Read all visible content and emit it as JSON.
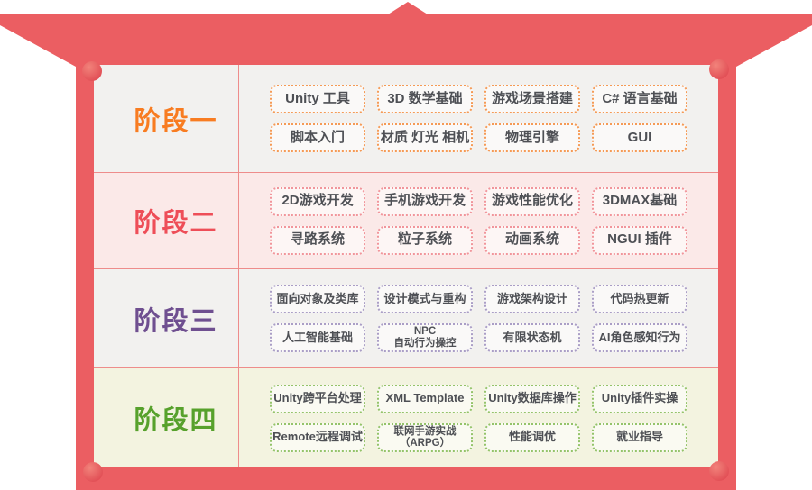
{
  "frame": {
    "color": "#eb5e62",
    "pin_color": "#e04a52",
    "pin_highlight": "#f2837b",
    "line_color": "#ee8c8b"
  },
  "stages": [
    {
      "label": "阶段一",
      "label_color": "#f87c21",
      "row_bg": "#f2f1ef",
      "pill_border": "#f59a55",
      "pills": [
        [
          "Unity 工具",
          "3D 数学基础",
          "游戏场景搭建",
          "C# 语言基础"
        ],
        [
          "脚本入门",
          "材质 灯光 相机",
          "物理引擎",
          "GUI"
        ]
      ]
    },
    {
      "label": "阶段二",
      "label_color": "#ee4e58",
      "row_bg": "#fbe9e8",
      "pill_border": "#f1959b",
      "pills": [
        [
          "2D游戏开发",
          "手机游戏开发",
          "游戏性能优化",
          "3DMAX基础"
        ],
        [
          "寻路系统",
          "粒子系统",
          "动画系统",
          "NGUI 插件"
        ]
      ]
    },
    {
      "label": "阶段三",
      "label_color": "#6f4f90",
      "row_bg": "#f2f1ef",
      "pill_border": "#aa9ec6",
      "pills": [
        [
          "面向对象及类库",
          "设计模式与重构",
          "游戏架构设计",
          "代码热更新"
        ],
        [
          "人工智能基础",
          "NPC\n自动行为操控",
          "有限状态机",
          "AI角色感知行为"
        ]
      ]
    },
    {
      "label": "阶段四",
      "label_color": "#57a12c",
      "row_bg": "#f3f3e0",
      "pill_border": "#94c36a",
      "pills": [
        [
          "Unity跨平台处理",
          "XML Template",
          "Unity数据库操作",
          "Unity插件实操"
        ],
        [
          "Remote远程调试",
          "联网手游实战\n（ARPG）",
          "性能调优",
          "就业指导"
        ]
      ]
    }
  ]
}
